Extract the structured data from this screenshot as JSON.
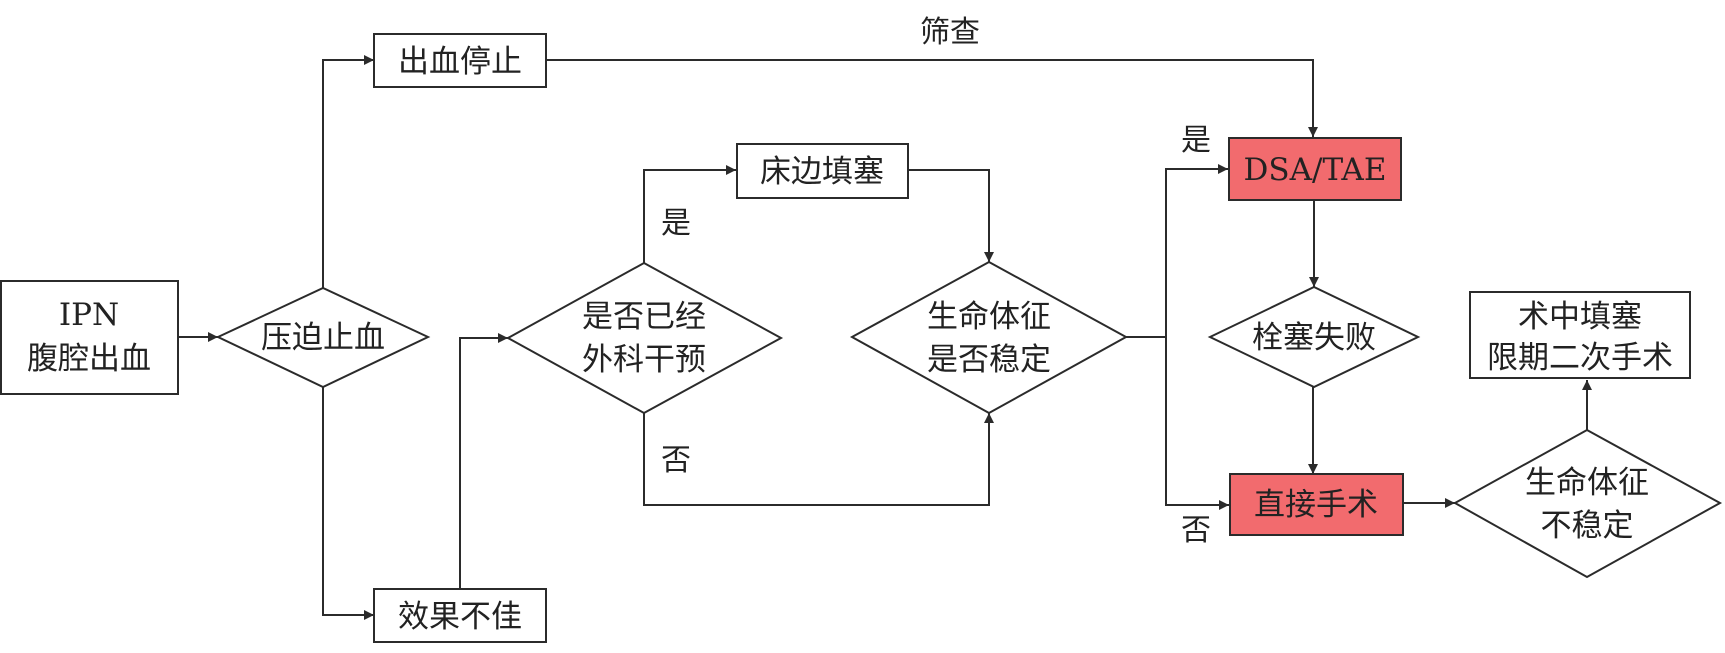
{
  "nodes": {
    "ipn": {
      "line1": "IPN",
      "line2": "腹腔出血"
    },
    "compress": {
      "label": "压迫止血"
    },
    "bleed_stop": {
      "label": "出血停止"
    },
    "poor_effect": {
      "label": "效果不佳"
    },
    "surgical_q": {
      "line1": "是否已经",
      "line2": "外科干预"
    },
    "bedside_pack": {
      "label": "床边填塞"
    },
    "vitals_q": {
      "line1": "生命体征",
      "line2": "是否稳定"
    },
    "dsa_tae": {
      "label": "DSA/TAE"
    },
    "embo_fail": {
      "label": "栓塞失败"
    },
    "direct_surgery": {
      "label": "直接手术"
    },
    "vitals_unstable": {
      "line1": "生命体征",
      "line2": "不稳定"
    },
    "intraop_pack": {
      "line1": "术中填塞",
      "line2": "限期二次手术"
    }
  },
  "edges": {
    "screening": "筛查",
    "yes_surgical": "是",
    "no_surgical": "否",
    "yes_stable": "是",
    "no_stable": "否"
  },
  "colors": {
    "highlight": "#f26b6e",
    "stroke": "#2b2b2b"
  }
}
